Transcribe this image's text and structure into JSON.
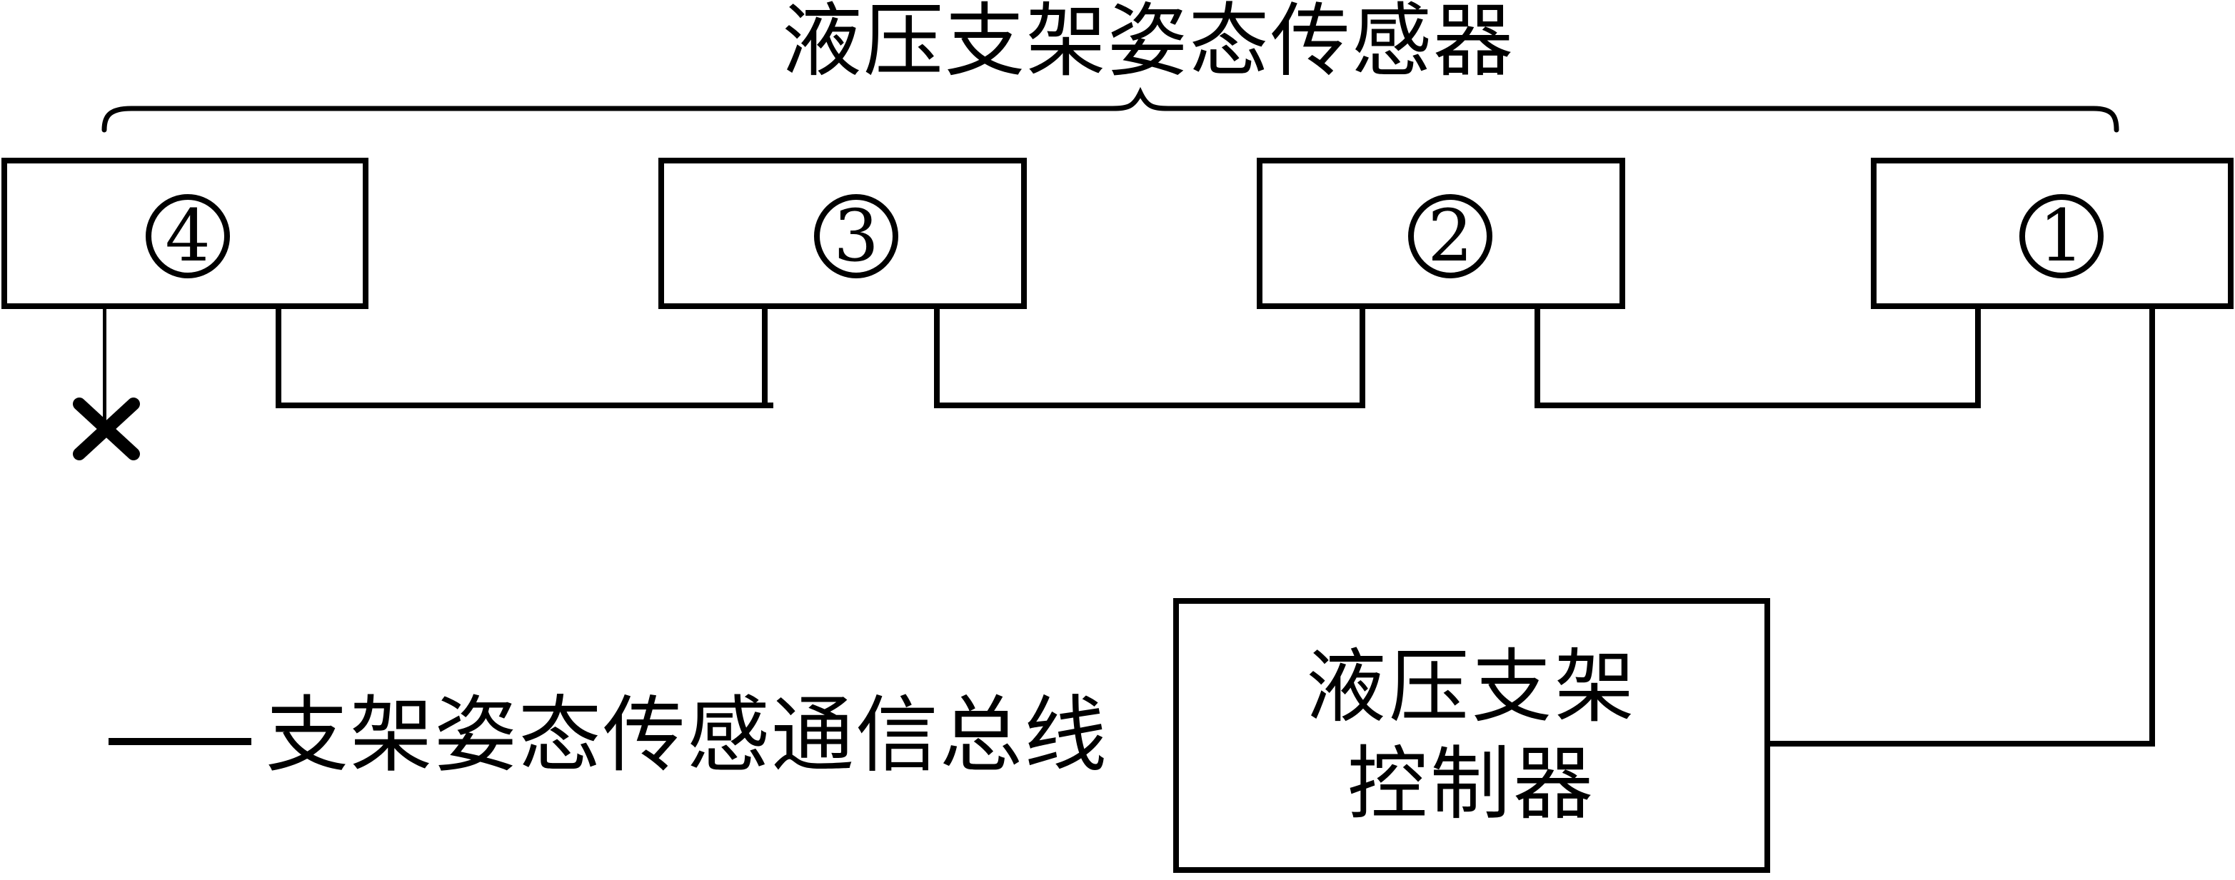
{
  "figure": {
    "title": "液压支架姿态传感器",
    "sensors": [
      {
        "number": "4"
      },
      {
        "number": "3"
      },
      {
        "number": "2"
      },
      {
        "number": "1"
      }
    ],
    "controller": {
      "line1": "液压支架",
      "line2": "控制器"
    },
    "legend": {
      "bus_label": "支架姿态传感通信总线"
    },
    "colors": {
      "ink": "#000000",
      "paper": "#ffffff"
    }
  }
}
